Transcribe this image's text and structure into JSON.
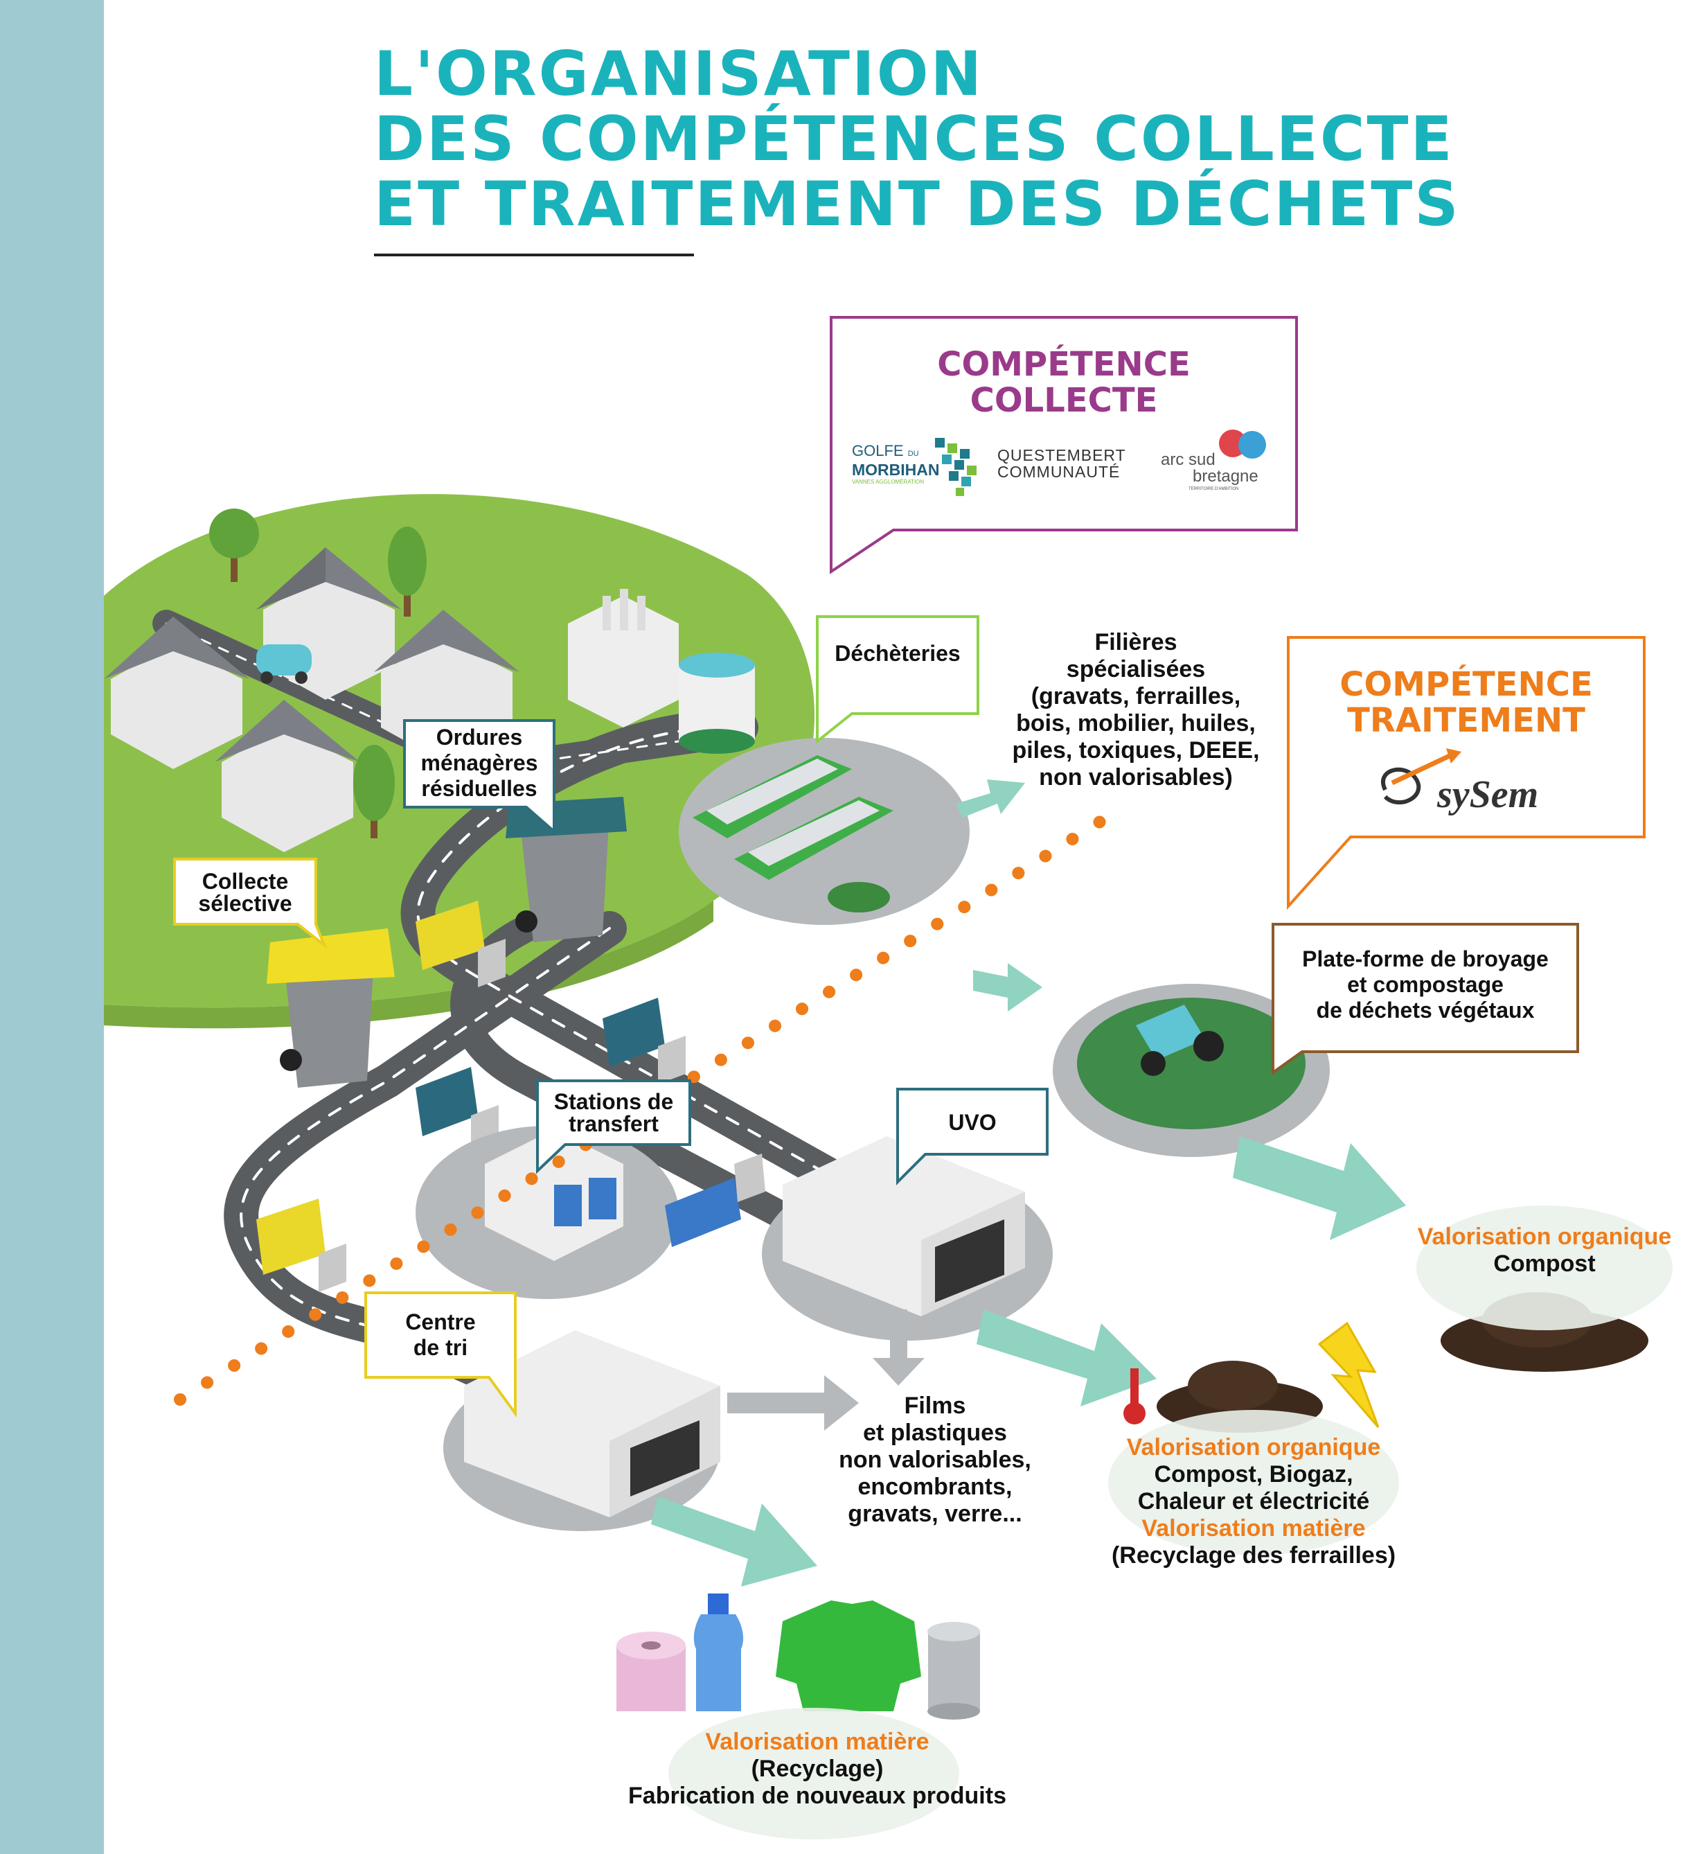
{
  "title": {
    "line1": "L'ORGANISATION",
    "line2": "DES COMPÉTENCES COLLECTE",
    "line3": "ET TRAITEMENT DES DÉCHETS"
  },
  "competence_collecte": {
    "heading1": "COMPÉTENCE",
    "heading2": "COLLECTE",
    "logos": {
      "golfe": {
        "line1": "GOLFE",
        "du": "DU",
        "line2": "MORBIHAN",
        "line3": "VANNES AGGLOMÉRATION"
      },
      "questembert": {
        "line1": "QUESTEMBERT",
        "line2": "COMMUNAUTÉ"
      },
      "arc": {
        "line1": "arc sud",
        "line2": "bretagne",
        "line3": "TERRITOIRE D'AMBITION"
      }
    }
  },
  "competence_traitement": {
    "heading1": "COMPÉTENCE",
    "heading2": "TRAITEMENT",
    "logo": "sySem"
  },
  "labels": {
    "decheteries": "Déchèteries",
    "ordures1": "Ordures",
    "ordures2": "ménagères",
    "ordures3": "résiduelles",
    "collecte1": "Collecte",
    "collecte2": "sélective",
    "stations1": "Stations de",
    "stations2": "transfert",
    "uvo": "UVO",
    "centre1": "Centre",
    "centre2": "de tri",
    "plateforme1": "Plate-forme de broyage",
    "plateforme2": "et compostage",
    "plateforme3": "de déchets végétaux"
  },
  "filieres": {
    "line1": "Filières",
    "line2": "spécialisées",
    "line3": "(gravats, ferrailles,",
    "line4": "bois, mobilier, huiles,",
    "line5": "piles, toxiques, DEEE,",
    "line6": "non valorisables)"
  },
  "films": {
    "line1": "Films",
    "line2": "et plastiques",
    "line3": "non valorisables,",
    "line4": "encombrants,",
    "line5": "gravats, verre..."
  },
  "val_compost": {
    "title": "Valorisation organique",
    "line1": "Compost"
  },
  "val_uvo": {
    "title1": "Valorisation organique",
    "line1": "Compost, Biogaz,",
    "line2": "Chaleur et électricité",
    "title2": "Valorisation matière",
    "line3": "(Recyclage des ferrailles)"
  },
  "val_matiere": {
    "title": "Valorisation matière",
    "line1": "(Recyclage)",
    "line2": "Fabrication de nouveaux produits"
  },
  "colors": {
    "teal_title": "#1bb3bb",
    "strip": "#9fcad1",
    "purple": "#9a3a8a",
    "orange": "#ee7d1b",
    "arrow": "#8fd3c0",
    "grass": "#8dc04b"
  }
}
